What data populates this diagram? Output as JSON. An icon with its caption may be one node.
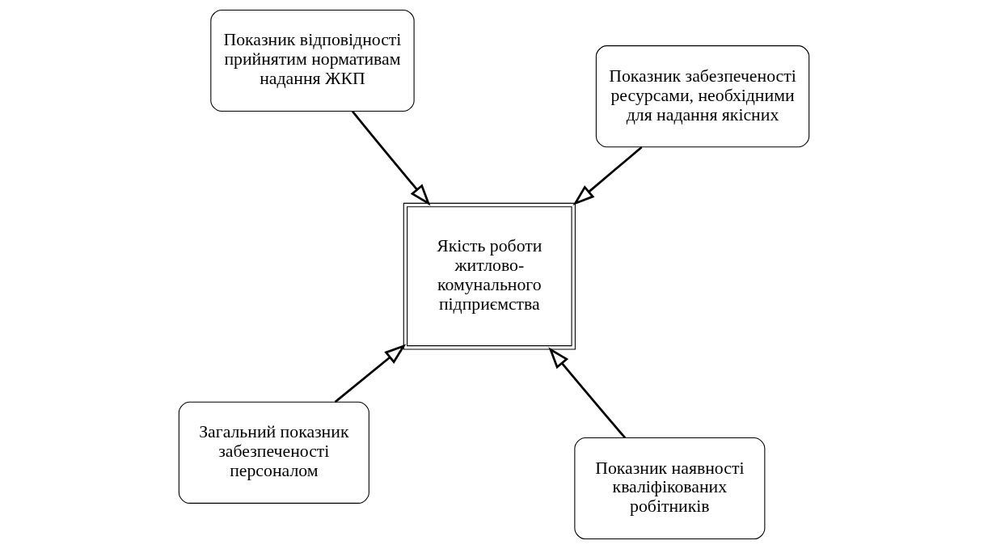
{
  "diagram": {
    "nodes": [
      {
        "text": [
          "Загальний показник забезпеченості персоналом"
        ]
      },
      {
        "text": [
          "Показник наявності кваліфікованих робітників"
        ]
      },
      {
        "text": [
          "Якість роботи житлово-комунального підприємства"
        ]
      },
      {
        "text": [
          "Показник відповідності прийнятим нормативам надання ЖКП"
        ]
      },
      {
        "text": [
          "Показник забезпеченості ресурсами, необхідними для надання якісних"
        ]
      }
    ],
    "edges": [
      {
        "from": 0,
        "to": 2,
        "arrow": "to"
      },
      {
        "from": 1,
        "to": 2,
        "arrow": "to"
      },
      {
        "from": 4,
        "to": 2,
        "arrow": "to"
      },
      {
        "from": 3,
        "to": 2,
        "arrow": "to"
      }
    ]
  }
}
